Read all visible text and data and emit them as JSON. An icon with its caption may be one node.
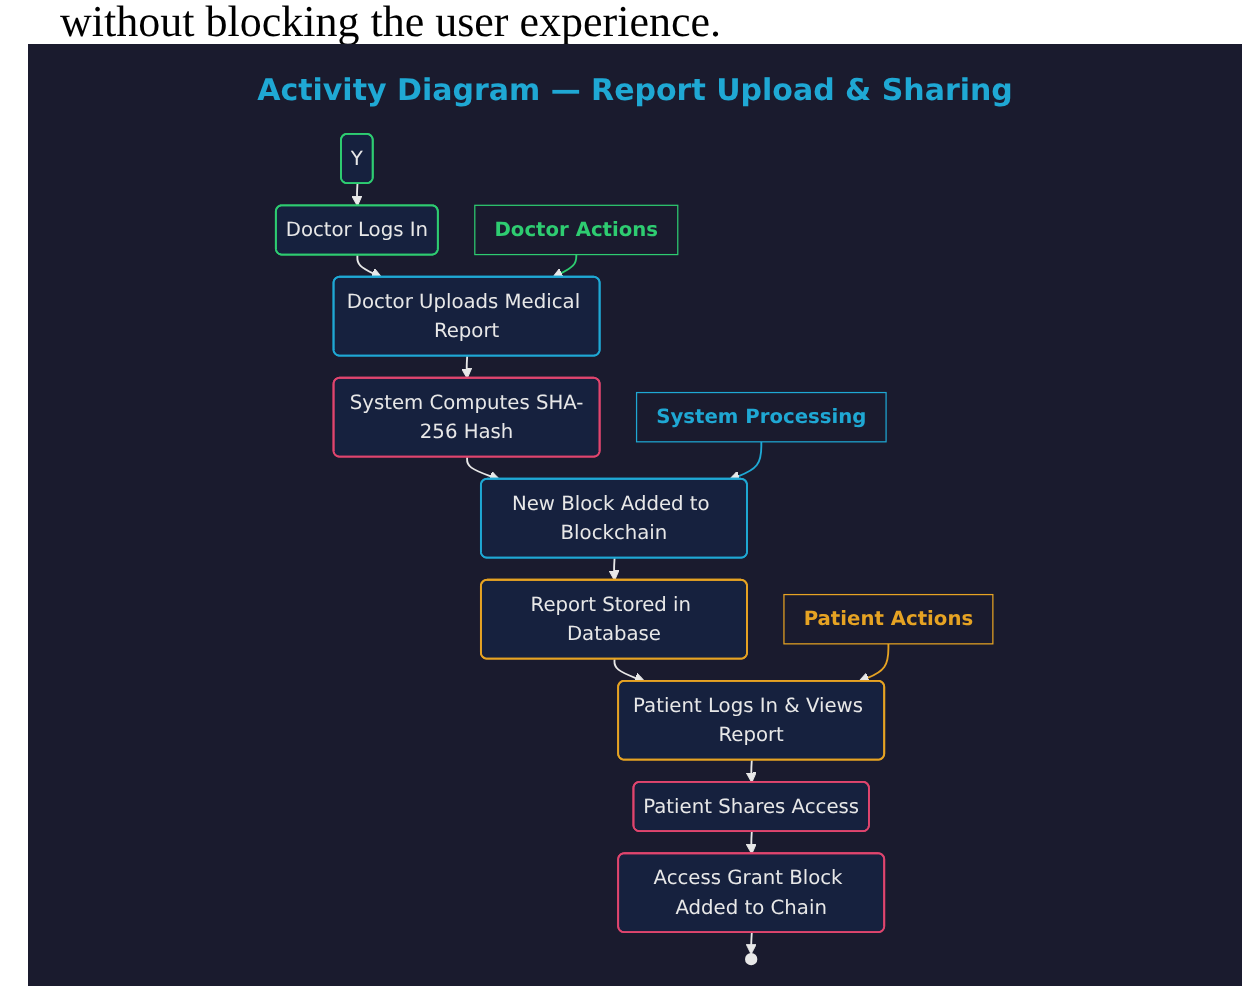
{
  "diagram": {
    "title": "Activity Diagram — Report Upload & Sharing",
    "nodes": [
      {
        "text": [
          "Y"
        ]
      },
      {
        "text": [
          "Doctor Logs In"
        ]
      },
      {
        "text": [
          "Doctor Uploads Medical Report"
        ]
      },
      {
        "text": [
          "System Computes SHA-256 Hash"
        ]
      },
      {
        "text": [
          "New Block Added to Blockchain"
        ]
      },
      {
        "text": [
          "Report Stored in Database"
        ]
      },
      {
        "text": [
          "Patient Logs In & Views Report"
        ]
      },
      {
        "text": [
          "Patient Shares Access"
        ]
      },
      {
        "text": [
          "Access Grant Block Added to Chain"
        ]
      },
      {
        "text": [],
        "shape": "circle"
      },
      {
        "text": [
          "Doctor Actions"
        ]
      },
      {
        "text": [
          "System Processing"
        ]
      },
      {
        "text": [
          "Patient Actions"
        ]
      }
    ],
    "edges": [
      {
        "from": 0,
        "to": 1,
        "arrow": "to"
      },
      {
        "from": 1,
        "to": 2,
        "arrow": "to"
      },
      {
        "from": 2,
        "to": 3,
        "arrow": "to"
      },
      {
        "from": 3,
        "to": 4,
        "arrow": "to"
      },
      {
        "from": 4,
        "to": 5,
        "arrow": "to"
      },
      {
        "from": 5,
        "to": 6,
        "arrow": "to"
      },
      {
        "from": 6,
        "to": 7,
        "arrow": "to"
      },
      {
        "from": 7,
        "to": 8,
        "arrow": "to"
      },
      {
        "from": 8,
        "to": 9,
        "arrow": "to"
      },
      {
        "from": 10,
        "to": 2,
        "arrow": "to",
        "color": "#2ecc71"
      },
      {
        "from": 11,
        "to": 4,
        "arrow": "to",
        "color": "#1fa8d4"
      },
      {
        "from": 12,
        "to": 6,
        "arrow": "to",
        "color": "#e6a323"
      }
    ],
    "labels": [
      "without blocking the user experience."
    ]
  }
}
